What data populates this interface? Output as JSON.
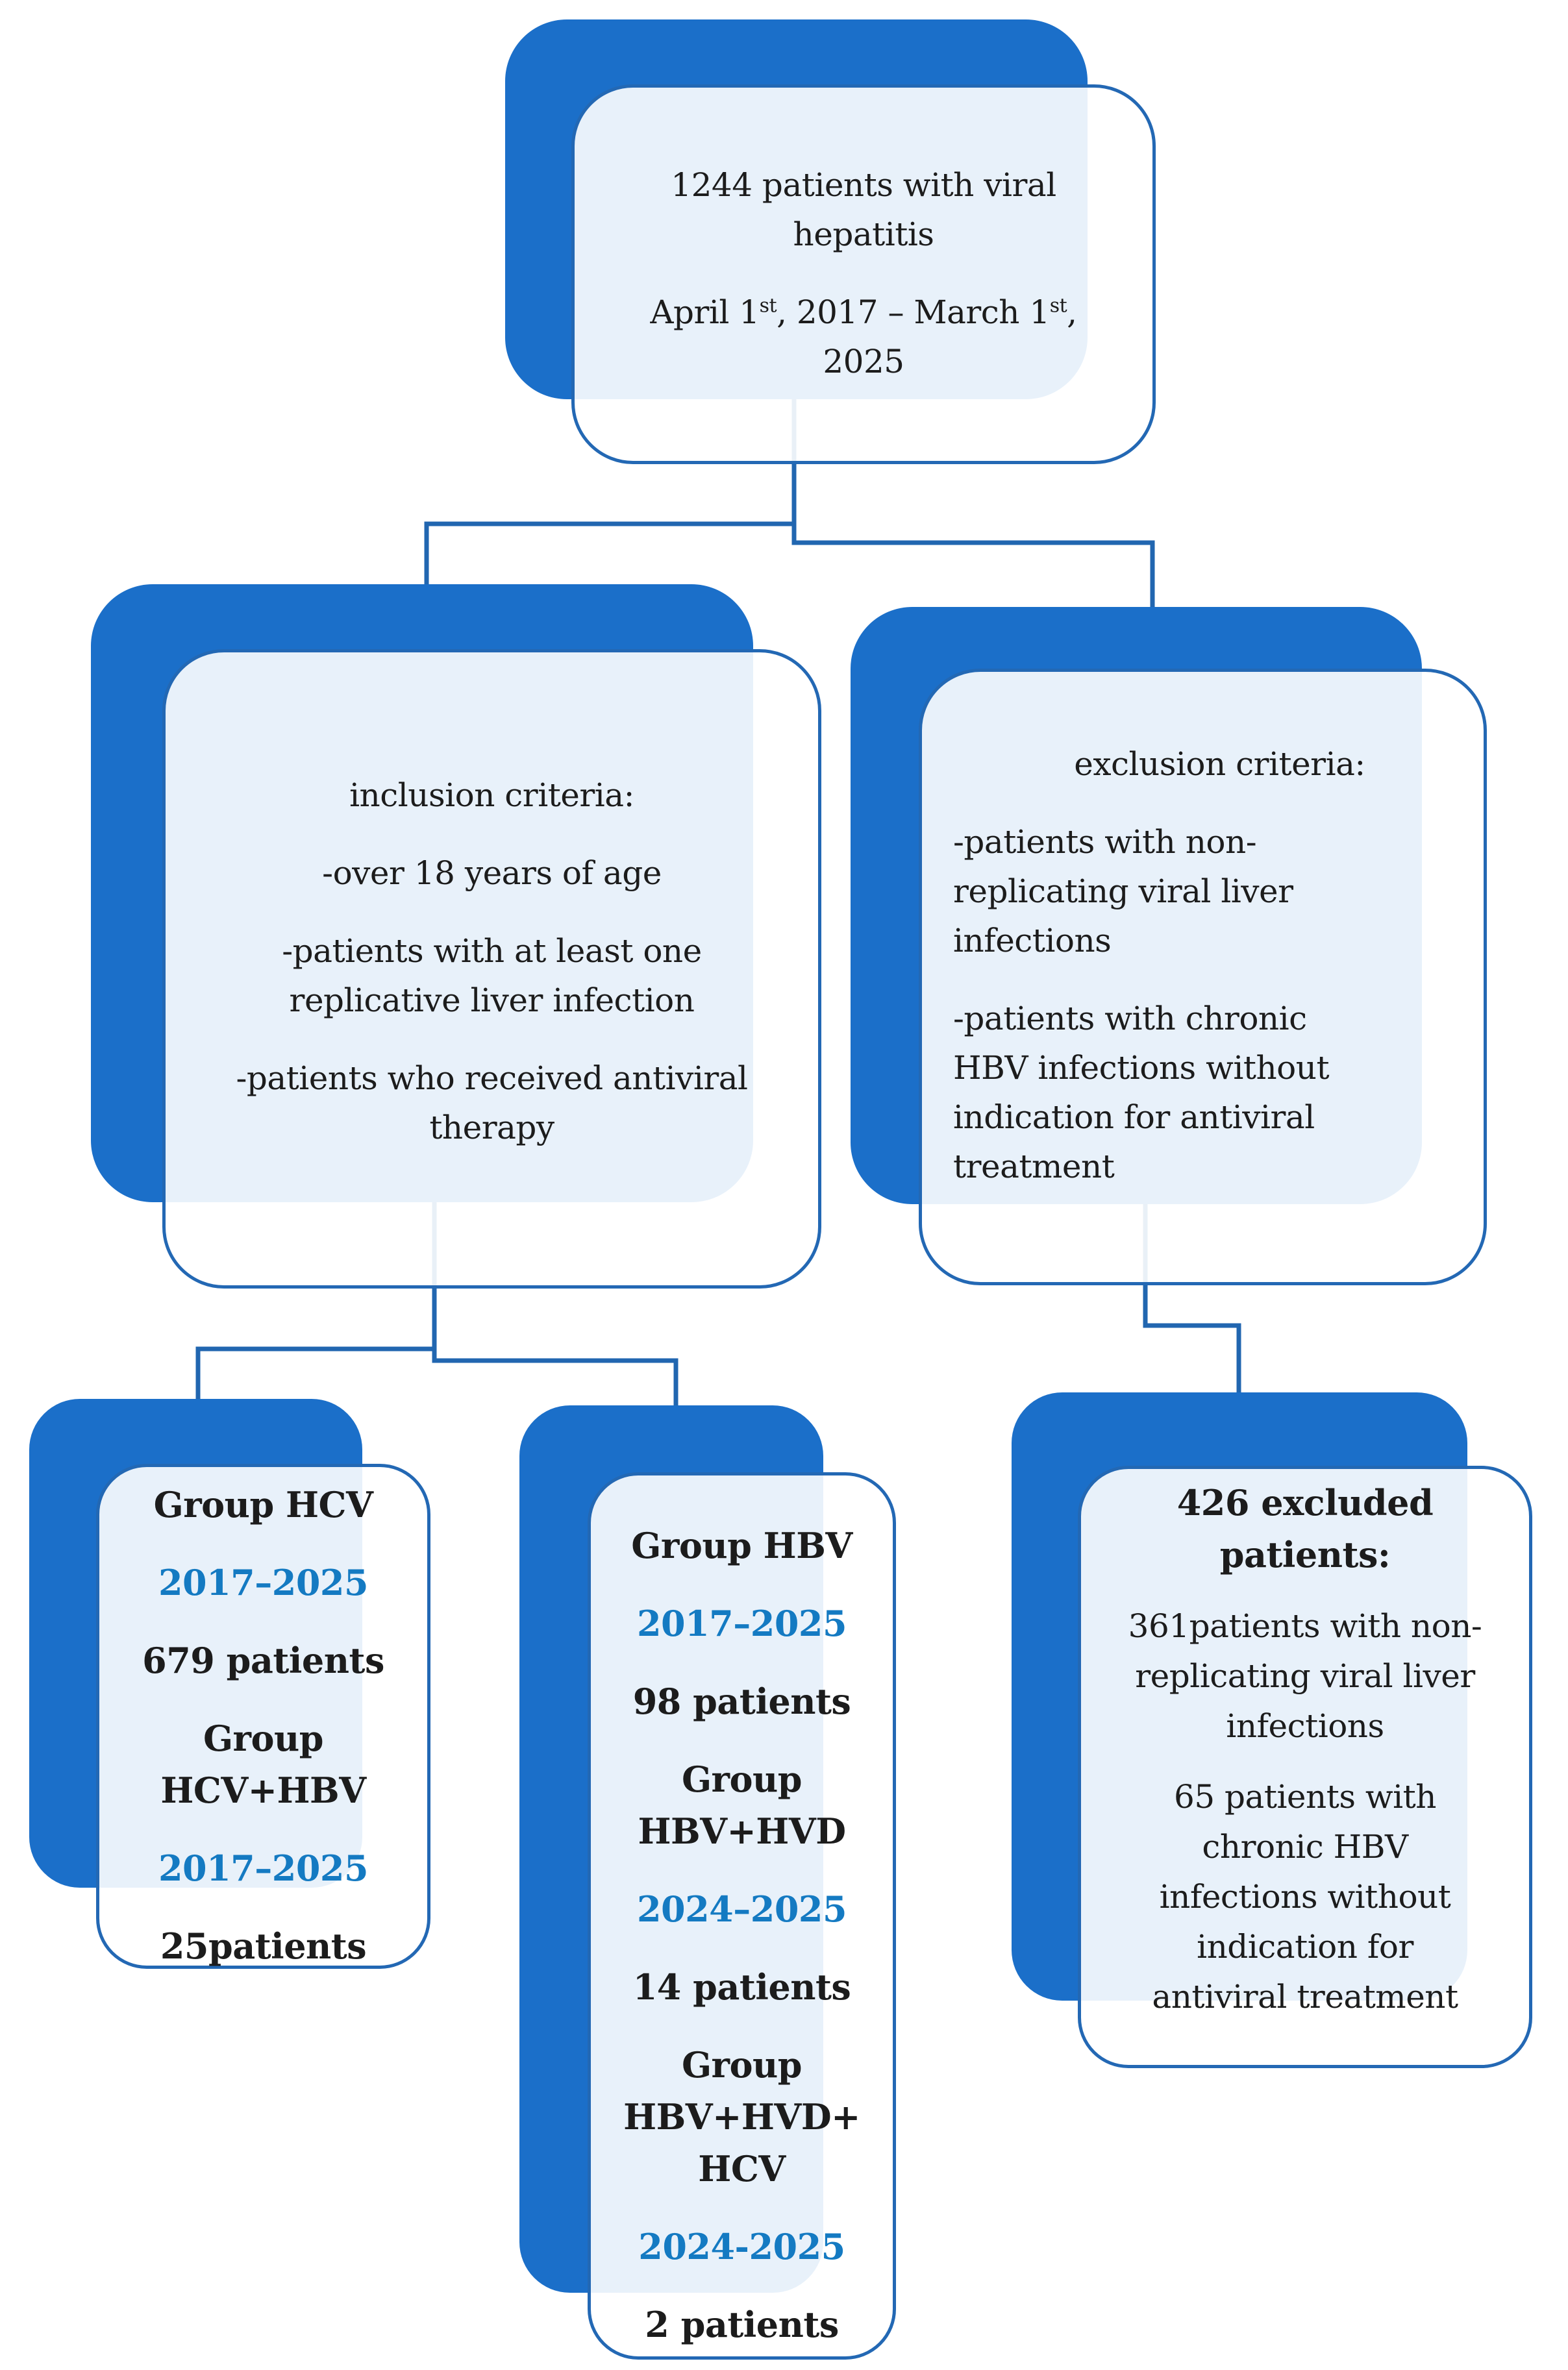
{
  "colors": {
    "shape_blue": "#1B6FC9",
    "border_blue": "#2368B4",
    "connector_blue": "#2166B0",
    "period_blue": "#147AC2",
    "light_fill": "#E8ECF6",
    "text_black": "#1C1C1C"
  },
  "top_node": {
    "line1": "1244 patients with viral",
    "line2": "hepatitis",
    "date_parts": [
      "April 1",
      "st",
      ", 2017 – March 1",
      "st",
      ","
    ],
    "line4": "2025"
  },
  "inclusion": {
    "title": "inclusion criteria:",
    "lines": [
      "-over 18 years of age",
      "-patients with at least one",
      "replicative liver infection",
      "-patients who received antiviral",
      "therapy"
    ]
  },
  "exclusion": {
    "title": "exclusion criteria:",
    "lines": [
      "-patients with non-",
      "replicating viral liver",
      "infections",
      "-patients with chronic",
      "HBV infections without",
      "indication for antiviral",
      "treatment"
    ]
  },
  "group_hcv": {
    "lines": [
      "Group HCV",
      "2017–2025",
      "679 patients",
      "Group",
      "HCV+HBV",
      "2017–2025",
      "25patients"
    ]
  },
  "group_hbv": {
    "lines": [
      "Group HBV",
      "2017–2025",
      "98 patients",
      "Group",
      "HBV+HVD",
      "2024–2025",
      "14 patients",
      "Group",
      "HBV+HVD+",
      "HCV",
      "2024-2025",
      "2 patients"
    ]
  },
  "excluded": {
    "heading_lines": [
      "426 excluded",
      "patients:"
    ],
    "lines": [
      "361patients with non-",
      "replicating viral liver",
      "infections",
      "65 patients with",
      "chronic HBV",
      "infections without",
      "indication for",
      "antiviral treatment"
    ]
  }
}
